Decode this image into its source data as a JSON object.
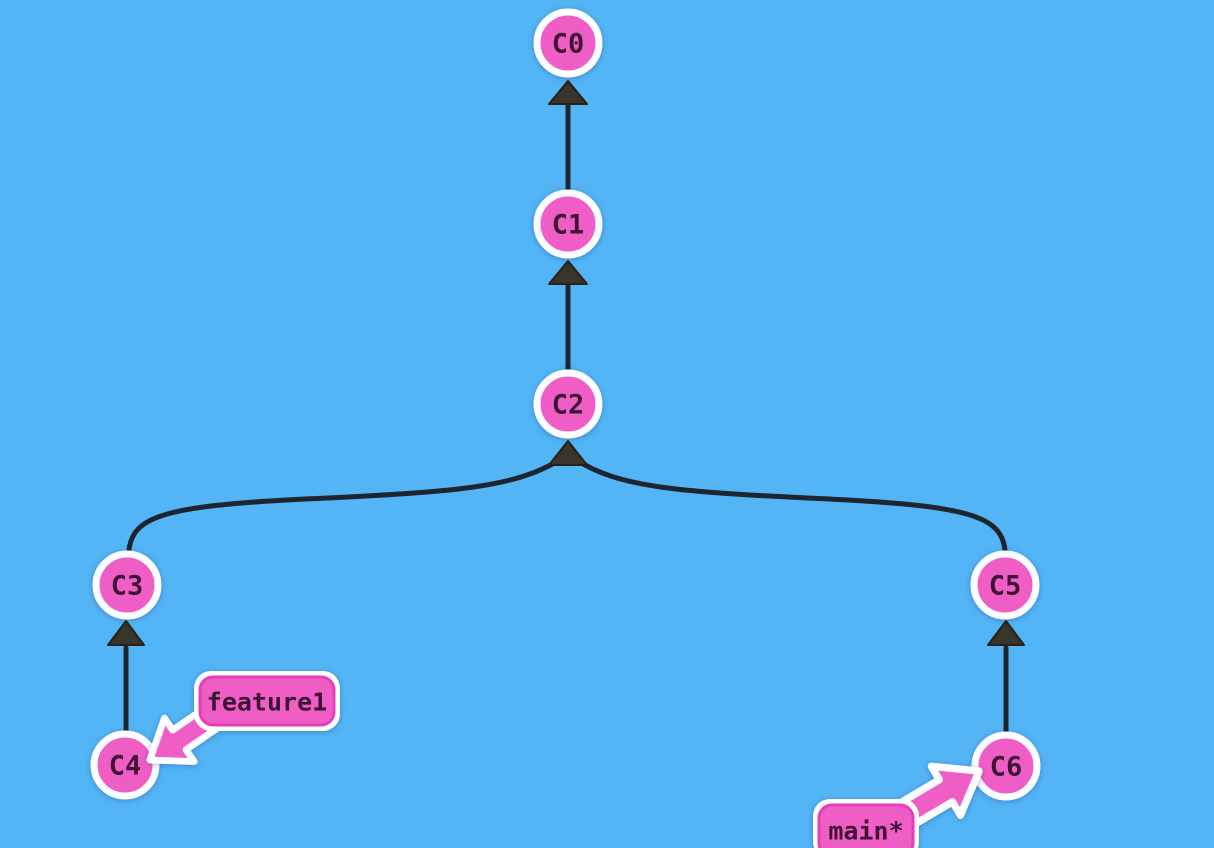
{
  "diagram": {
    "kind": "git-commit-graph",
    "background_color": "#53b5f6",
    "node_fill_color": "#ef5ec4",
    "node_border_color": "#ffffff",
    "edge_color": "#1d2630",
    "arrowhead_color": "#3a352a",
    "label_fill_color": "#ef5ec4",
    "label_border_color": "#e83cbb",
    "text_color": "#3e1135",
    "nodes": [
      {
        "id": "c0",
        "label": "C0"
      },
      {
        "id": "c1",
        "label": "C1"
      },
      {
        "id": "c2",
        "label": "C2"
      },
      {
        "id": "c3",
        "label": "C3"
      },
      {
        "id": "c4",
        "label": "C4"
      },
      {
        "id": "c5",
        "label": "C5"
      },
      {
        "id": "c6",
        "label": "C6"
      }
    ],
    "edges": [
      {
        "from": "C1",
        "to": "C0"
      },
      {
        "from": "C2",
        "to": "C1"
      },
      {
        "from": "C3",
        "to": "C2"
      },
      {
        "from": "C5",
        "to": "C2"
      },
      {
        "from": "C4",
        "to": "C3"
      },
      {
        "from": "C6",
        "to": "C5"
      }
    ],
    "branch_labels": [
      {
        "name": "feature1",
        "points_to": "C4"
      },
      {
        "name": "main*",
        "points_to": "C6"
      }
    ]
  }
}
